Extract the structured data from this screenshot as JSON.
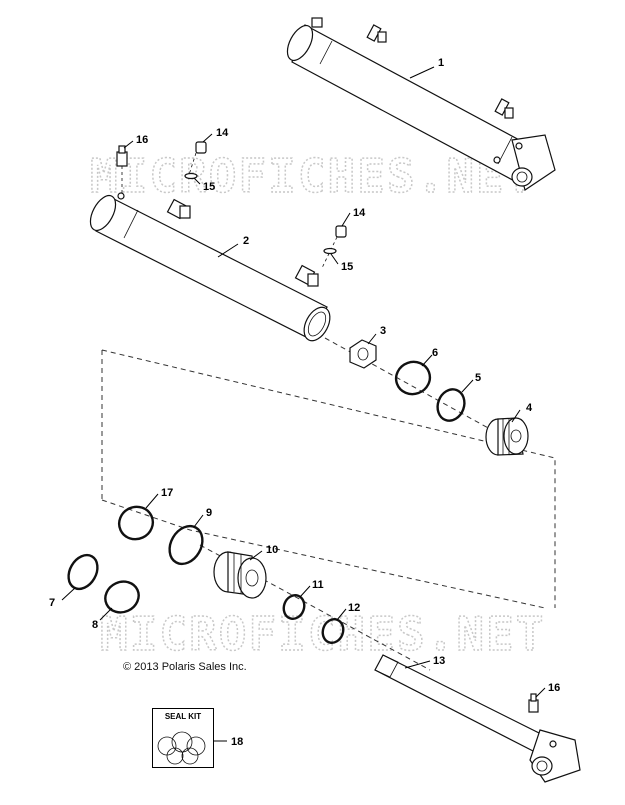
{
  "copyright": "© 2013 Polaris Sales Inc.",
  "watermark": "MICROFICHES.NET",
  "seal_kit_label": "SEAL KIT",
  "callouts": {
    "c1": "1",
    "c2": "2",
    "c3": "3",
    "c4": "4",
    "c5": "5",
    "c6": "6",
    "c7": "7",
    "c8": "8",
    "c9": "9",
    "c10": "10",
    "c11": "11",
    "c12": "12",
    "c13": "13",
    "c14a": "14",
    "c14b": "14",
    "c15a": "15",
    "c15b": "15",
    "c16a": "16",
    "c16b": "16",
    "c17": "17",
    "c18": "18"
  }
}
